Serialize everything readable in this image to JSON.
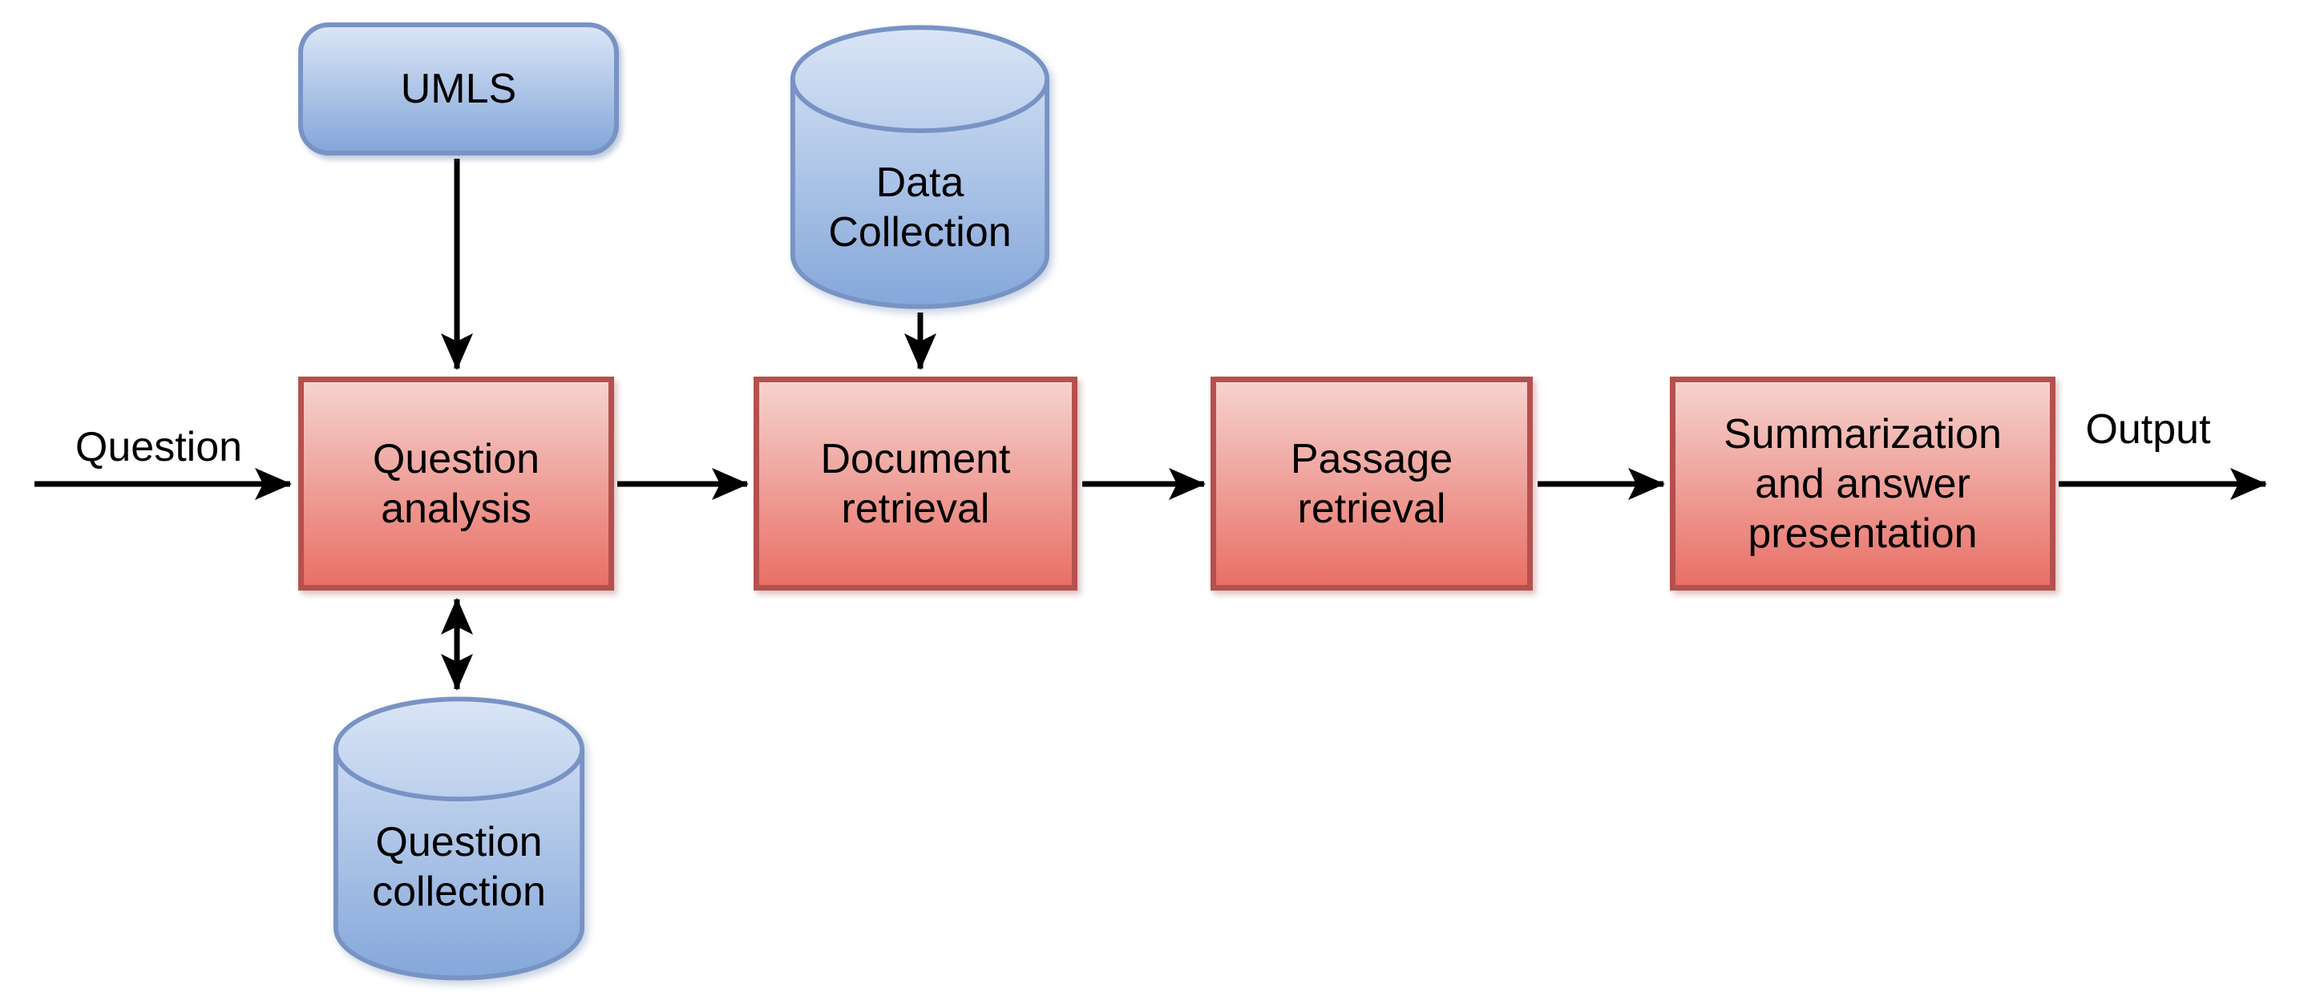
{
  "diagram_type": "flowchart",
  "labels": {
    "input": "Question",
    "output": "Output"
  },
  "nodes": {
    "umls": {
      "label": "UMLS",
      "shape": "rounded-rectangle",
      "role": "knowledge-source"
    },
    "data_collection": {
      "label": "Data Collection",
      "shape": "cylinder",
      "role": "datastore"
    },
    "question_collection": {
      "label": "Question collection",
      "shape": "cylinder",
      "role": "datastore"
    },
    "question_analysis": {
      "label": "Question analysis",
      "shape": "process"
    },
    "document_retrieval": {
      "label": "Document retrieval",
      "shape": "process"
    },
    "passage_retrieval": {
      "label": "Passage retrieval",
      "shape": "process"
    },
    "summarization": {
      "label": "Summarization and answer presentation",
      "shape": "process"
    }
  },
  "edges": [
    {
      "from": "input",
      "to": "question_analysis",
      "direction": "one-way",
      "label": "Question"
    },
    {
      "from": "umls",
      "to": "question_analysis",
      "direction": "one-way"
    },
    {
      "from": "data_collection",
      "to": "document_retrieval",
      "direction": "one-way"
    },
    {
      "from": "question_analysis",
      "to": "question_collection",
      "direction": "two-way"
    },
    {
      "from": "question_analysis",
      "to": "document_retrieval",
      "direction": "one-way"
    },
    {
      "from": "document_retrieval",
      "to": "passage_retrieval",
      "direction": "one-way"
    },
    {
      "from": "passage_retrieval",
      "to": "summarization",
      "direction": "one-way"
    },
    {
      "from": "summarization",
      "to": "output",
      "direction": "one-way",
      "label": "Output"
    }
  ],
  "colors": {
    "process_fill_top": "#f6d2ce",
    "process_fill_bottom": "#e87066",
    "process_border": "#b5504e",
    "datastore_fill_top": "#dae5f6",
    "datastore_fill_bottom": "#84a7da",
    "datastore_border": "#7893c4",
    "arrow": "#000000",
    "text": "#000000",
    "background": "#ffffff"
  }
}
